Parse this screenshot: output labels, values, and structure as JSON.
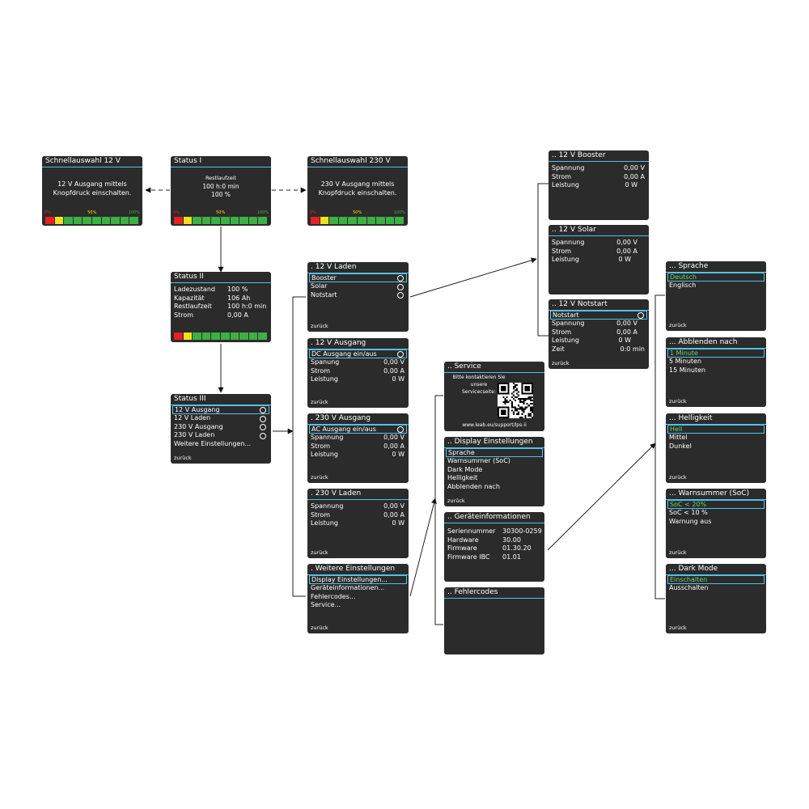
{
  "colors": {
    "screen_bg": "#2b2b2b",
    "accent": "#4fc3e8",
    "highlight_text": "#6fd36f",
    "bar_red": "#e52121",
    "bar_yellow": "#f0e020",
    "bar_green": "#3cb043"
  },
  "quick12": {
    "title": "Schnellauswahl 12 V",
    "line1": "12 V Ausgang mittels",
    "line2": "Knopfdruck einschalten."
  },
  "status1": {
    "title": "Status I",
    "label": "Restlaufzeit",
    "time": "100 h:0 min",
    "percent": "100 %"
  },
  "quick230": {
    "title": "Schnellauswahl 230 V",
    "line1": "230 V Ausgang mittels",
    "line2": "Knopfdruck einschalten."
  },
  "battery_bar": {
    "label_0": "0%",
    "label_50": "50%",
    "label_100": "100%",
    "level_percent": 100
  },
  "status2": {
    "title": "Status II",
    "rows": [
      {
        "label": "Ladezustand",
        "value": "100 %"
      },
      {
        "label": "Kapazität",
        "value": "106 Ah"
      },
      {
        "label": "Restlaufzeit",
        "value": "100 h:0 min"
      },
      {
        "label": "Strom",
        "value": "0,00 A"
      }
    ]
  },
  "status3": {
    "title": "Status III",
    "items": [
      "12 V Ausgang",
      "12 V Laden",
      "230 V Ausgang",
      "230 V Laden",
      "Weitere Einstellungen..."
    ],
    "back": "zurück"
  },
  "laden12": {
    "title": ". 12 V Laden",
    "items": [
      "Booster",
      "Solar",
      "Notstart"
    ],
    "back": "zurück"
  },
  "ausgang12": {
    "title": ". 12 V Ausgang",
    "toggle": "DC Ausgang ein/aus",
    "rows": [
      {
        "label": "Spanung",
        "value": "0,00 V"
      },
      {
        "label": "Strom",
        "value": "0,00 A"
      },
      {
        "label": "Leistung",
        "value": "0 W"
      }
    ],
    "back": "zurück"
  },
  "ausgang230": {
    "title": ". 230 V Ausgang",
    "toggle": "AC Ausgang ein/aus",
    "rows": [
      {
        "label": "Spannung",
        "value": "0,00 V"
      },
      {
        "label": "Strom",
        "value": "0,00 A"
      },
      {
        "label": "Leistung",
        "value": "0 W"
      }
    ],
    "back": "zurück"
  },
  "laden230": {
    "title": ". 230 V Laden",
    "rows": [
      {
        "label": "Spannung",
        "value": "0,00 V"
      },
      {
        "label": "Strom",
        "value": "0,00 A"
      },
      {
        "label": "Leistung",
        "value": "0 W"
      }
    ],
    "back": "zurück"
  },
  "weitere": {
    "title": ". Weitere Einstellungen",
    "items": [
      "Display Einstellungen...",
      "Geräteinformationen...",
      "Fehlercodes...",
      "Service..."
    ],
    "back": "zurück"
  },
  "booster": {
    "title": ".. 12 V Booster",
    "rows": [
      {
        "label": "Spannung",
        "value": "0,00 V"
      },
      {
        "label": "Strom",
        "value": "0,00 A"
      },
      {
        "label": "Leistung",
        "value": "0 W"
      }
    ]
  },
  "solar": {
    "title": ".. 12 V Solar",
    "rows": [
      {
        "label": "Spannung",
        "value": "0,00 V"
      },
      {
        "label": "Strom",
        "value": "0,00 A"
      },
      {
        "label": "Leistung",
        "value": "0 W"
      }
    ]
  },
  "notstart": {
    "title": ".. 12 V Notstart",
    "toggle": "Notstart",
    "rows": [
      {
        "label": "Spannung",
        "value": "0,00 V"
      },
      {
        "label": "Strom",
        "value": "0,00 A"
      },
      {
        "label": "Leistung",
        "value": "0 W"
      },
      {
        "label": "Zeit",
        "value": "0:0 min"
      }
    ],
    "back": "zurück"
  },
  "service": {
    "title": ".. Service",
    "text1": "Bitte kontaktieren Sie unsere",
    "text2": "Servicecseite:",
    "url": "www.leab.eu/support/lps-ii"
  },
  "display": {
    "title": ".. Display Einstellungen",
    "items": [
      "Sprache",
      "Warnsummer (SoC)",
      "Dark Mode",
      "Helligkeit",
      "Abblenden nach"
    ],
    "back": "zurück"
  },
  "geraet": {
    "title": ".. Geräteinformationen",
    "rows": [
      {
        "label": "Seriennummer",
        "value": "30300-0259"
      },
      {
        "label": "Hardware",
        "value": "30.00"
      },
      {
        "label": "Firmware",
        "value": "01.30.20"
      },
      {
        "label": "Firmware IBC",
        "value": "01.01"
      }
    ]
  },
  "fehler": {
    "title": ".. Fehlercodes"
  },
  "sprache": {
    "title": "... Sprache",
    "items": [
      "Deutsch",
      "Englisch"
    ],
    "back": "zurück"
  },
  "abblenden": {
    "title": "... Abblenden nach",
    "items": [
      "1 Minute",
      "5 Minuten",
      "15 Minuten"
    ],
    "back": "zurück"
  },
  "helligkeit": {
    "title": "... Helligkeit",
    "items": [
      "Hell",
      "Mittel",
      "Dunkel"
    ],
    "back": "zurück"
  },
  "warnsummer": {
    "title": "... Warnsummer (SoC)",
    "items": [
      "SoC < 20%",
      "SoC < 10 %",
      "Warnung aus"
    ],
    "back": "zurück"
  },
  "darkmode": {
    "title": "... Dark Mode",
    "items": [
      "Einschalten",
      "Ausschalten"
    ],
    "back": "zurück"
  }
}
